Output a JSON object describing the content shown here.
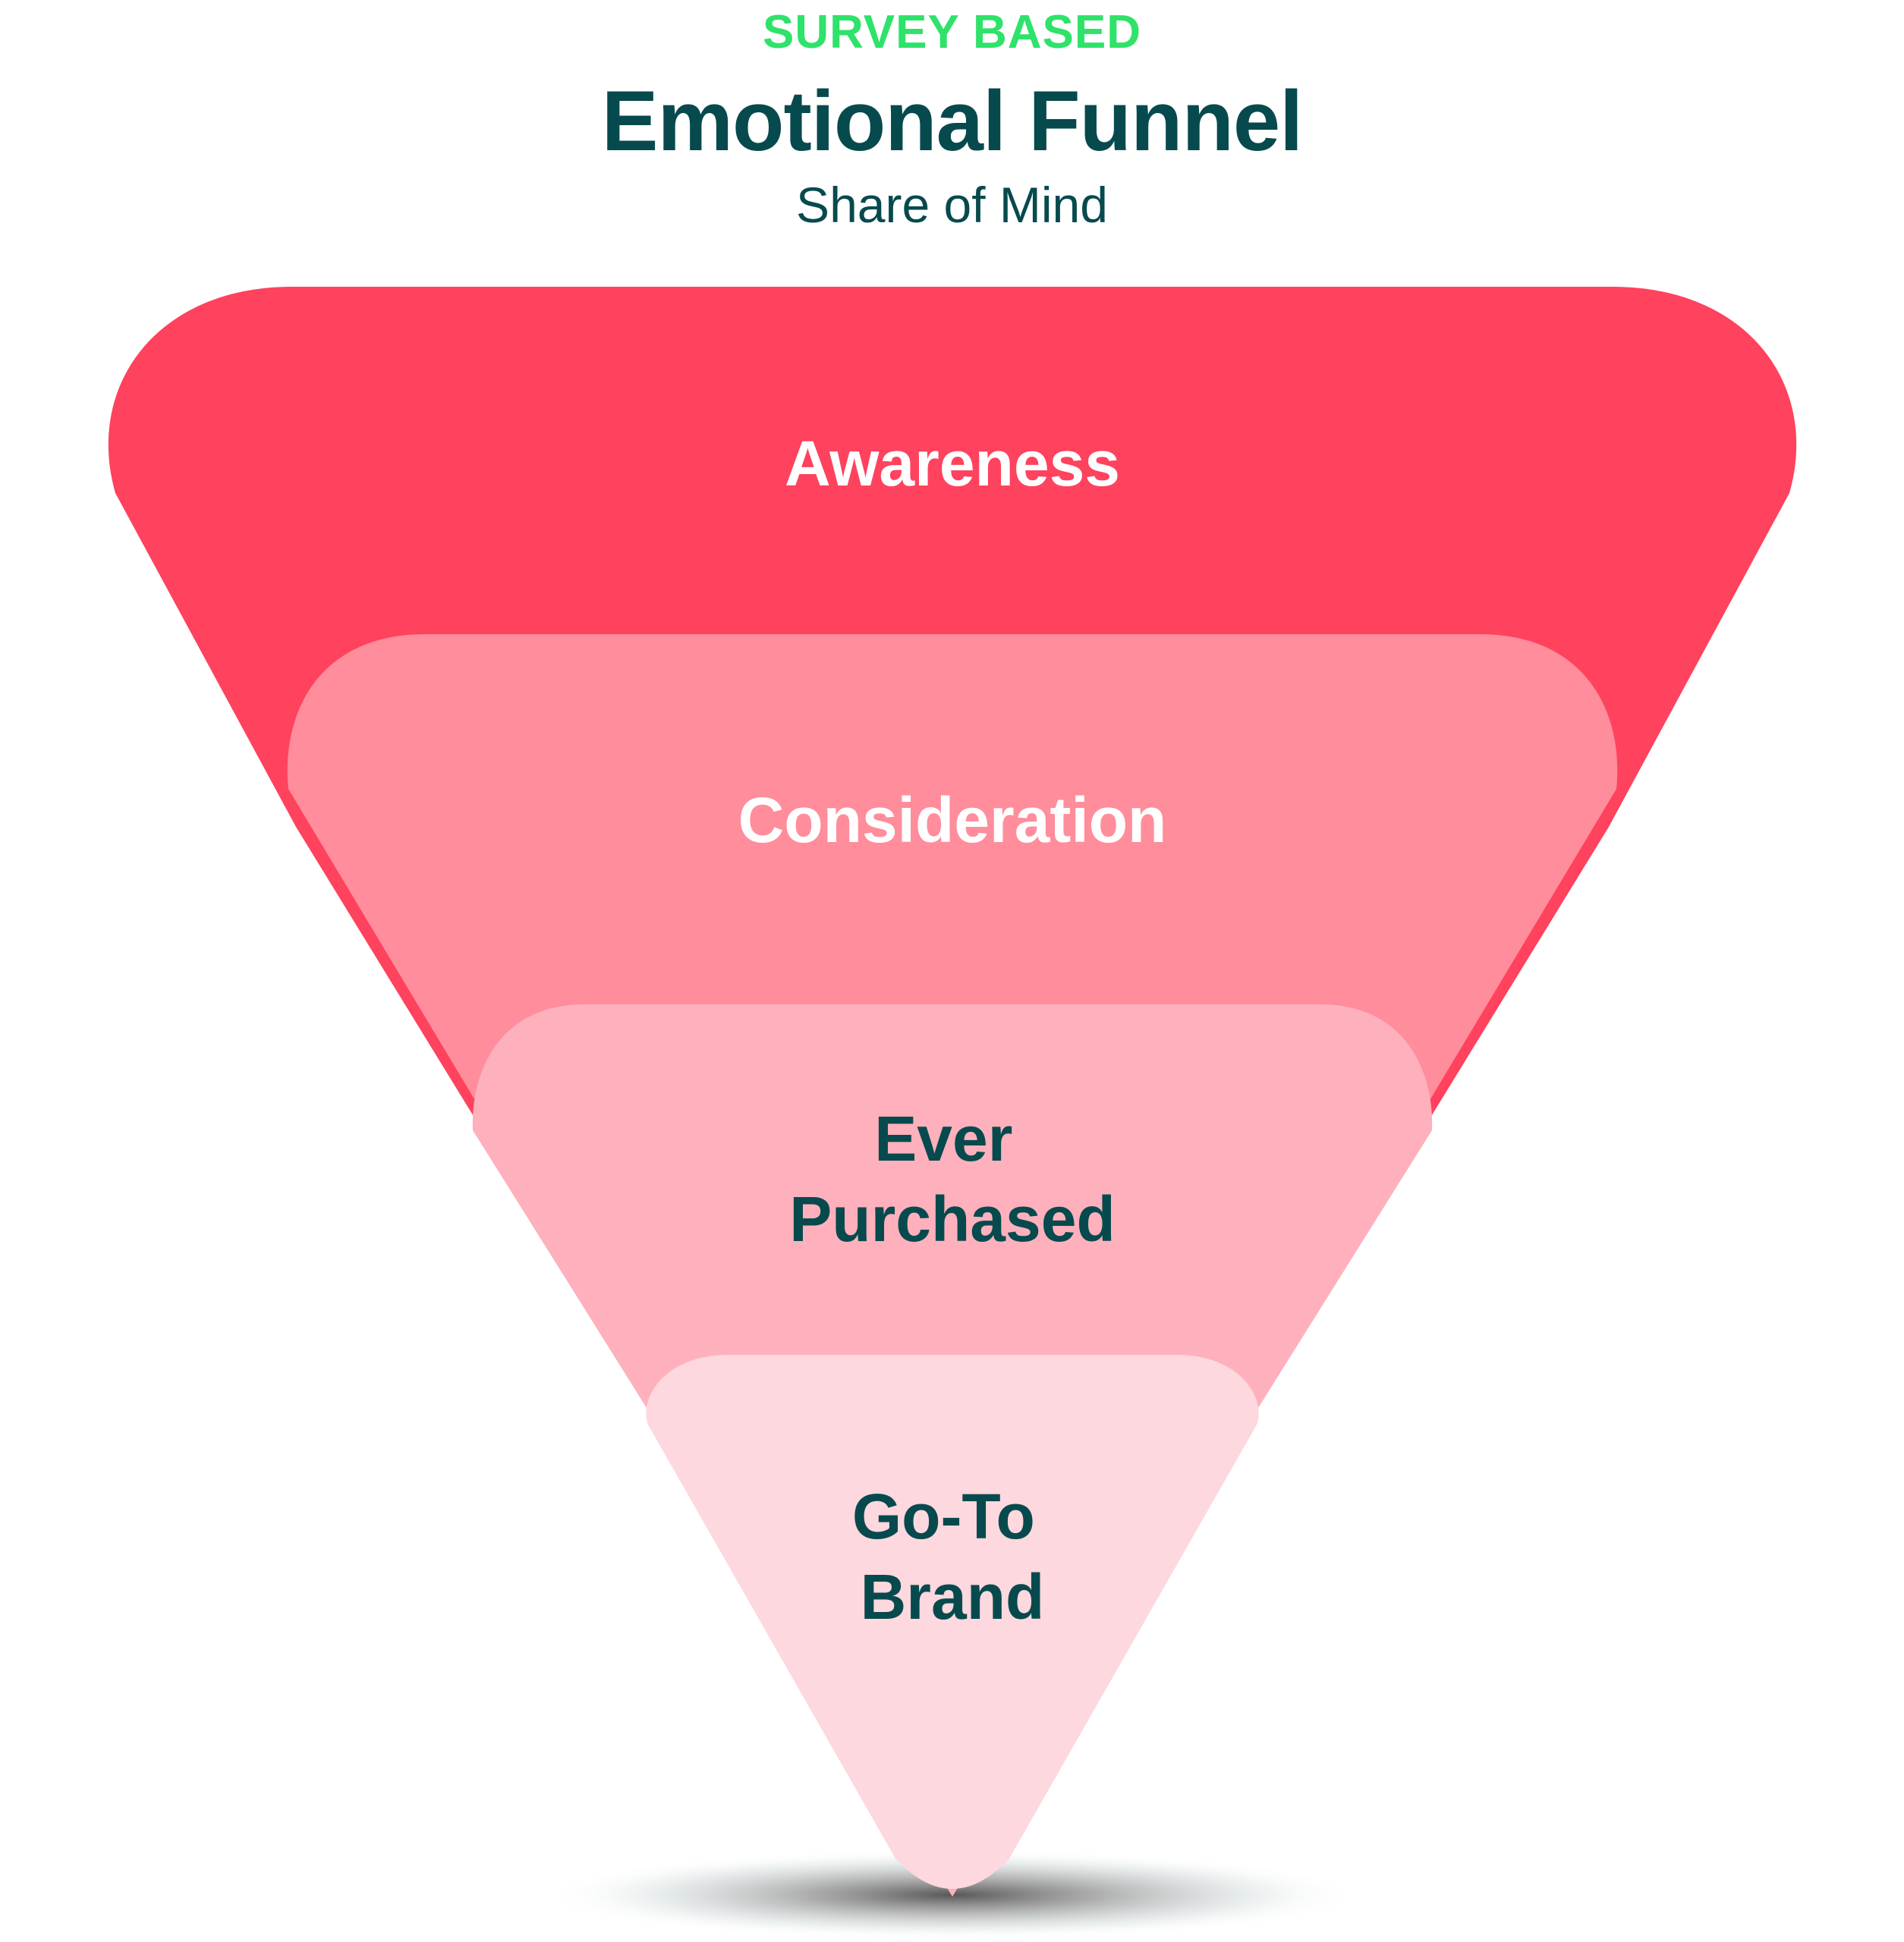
{
  "header": {
    "eyebrow": "SURVEY BASED",
    "title": "Emotional Funnel",
    "subtitle": "Share of Mind"
  },
  "colors": {
    "eyebrow": "#2ee26a",
    "title": "#074a4e",
    "stage_awareness": "#ff425d",
    "stage_consideration": "#ff8d9b",
    "stage_ever_purchased": "#feb1bc",
    "stage_go_to_brand": "#fdd8de",
    "label_light": "#ffffff",
    "label_dark": "#074a4e"
  },
  "stages": [
    {
      "label_lines": [
        "Awareness"
      ]
    },
    {
      "label_lines": [
        "Consideration"
      ]
    },
    {
      "label_lines": [
        "Ever",
        "Purchased"
      ]
    },
    {
      "label_lines": [
        "Go-To",
        "Brand"
      ]
    }
  ]
}
